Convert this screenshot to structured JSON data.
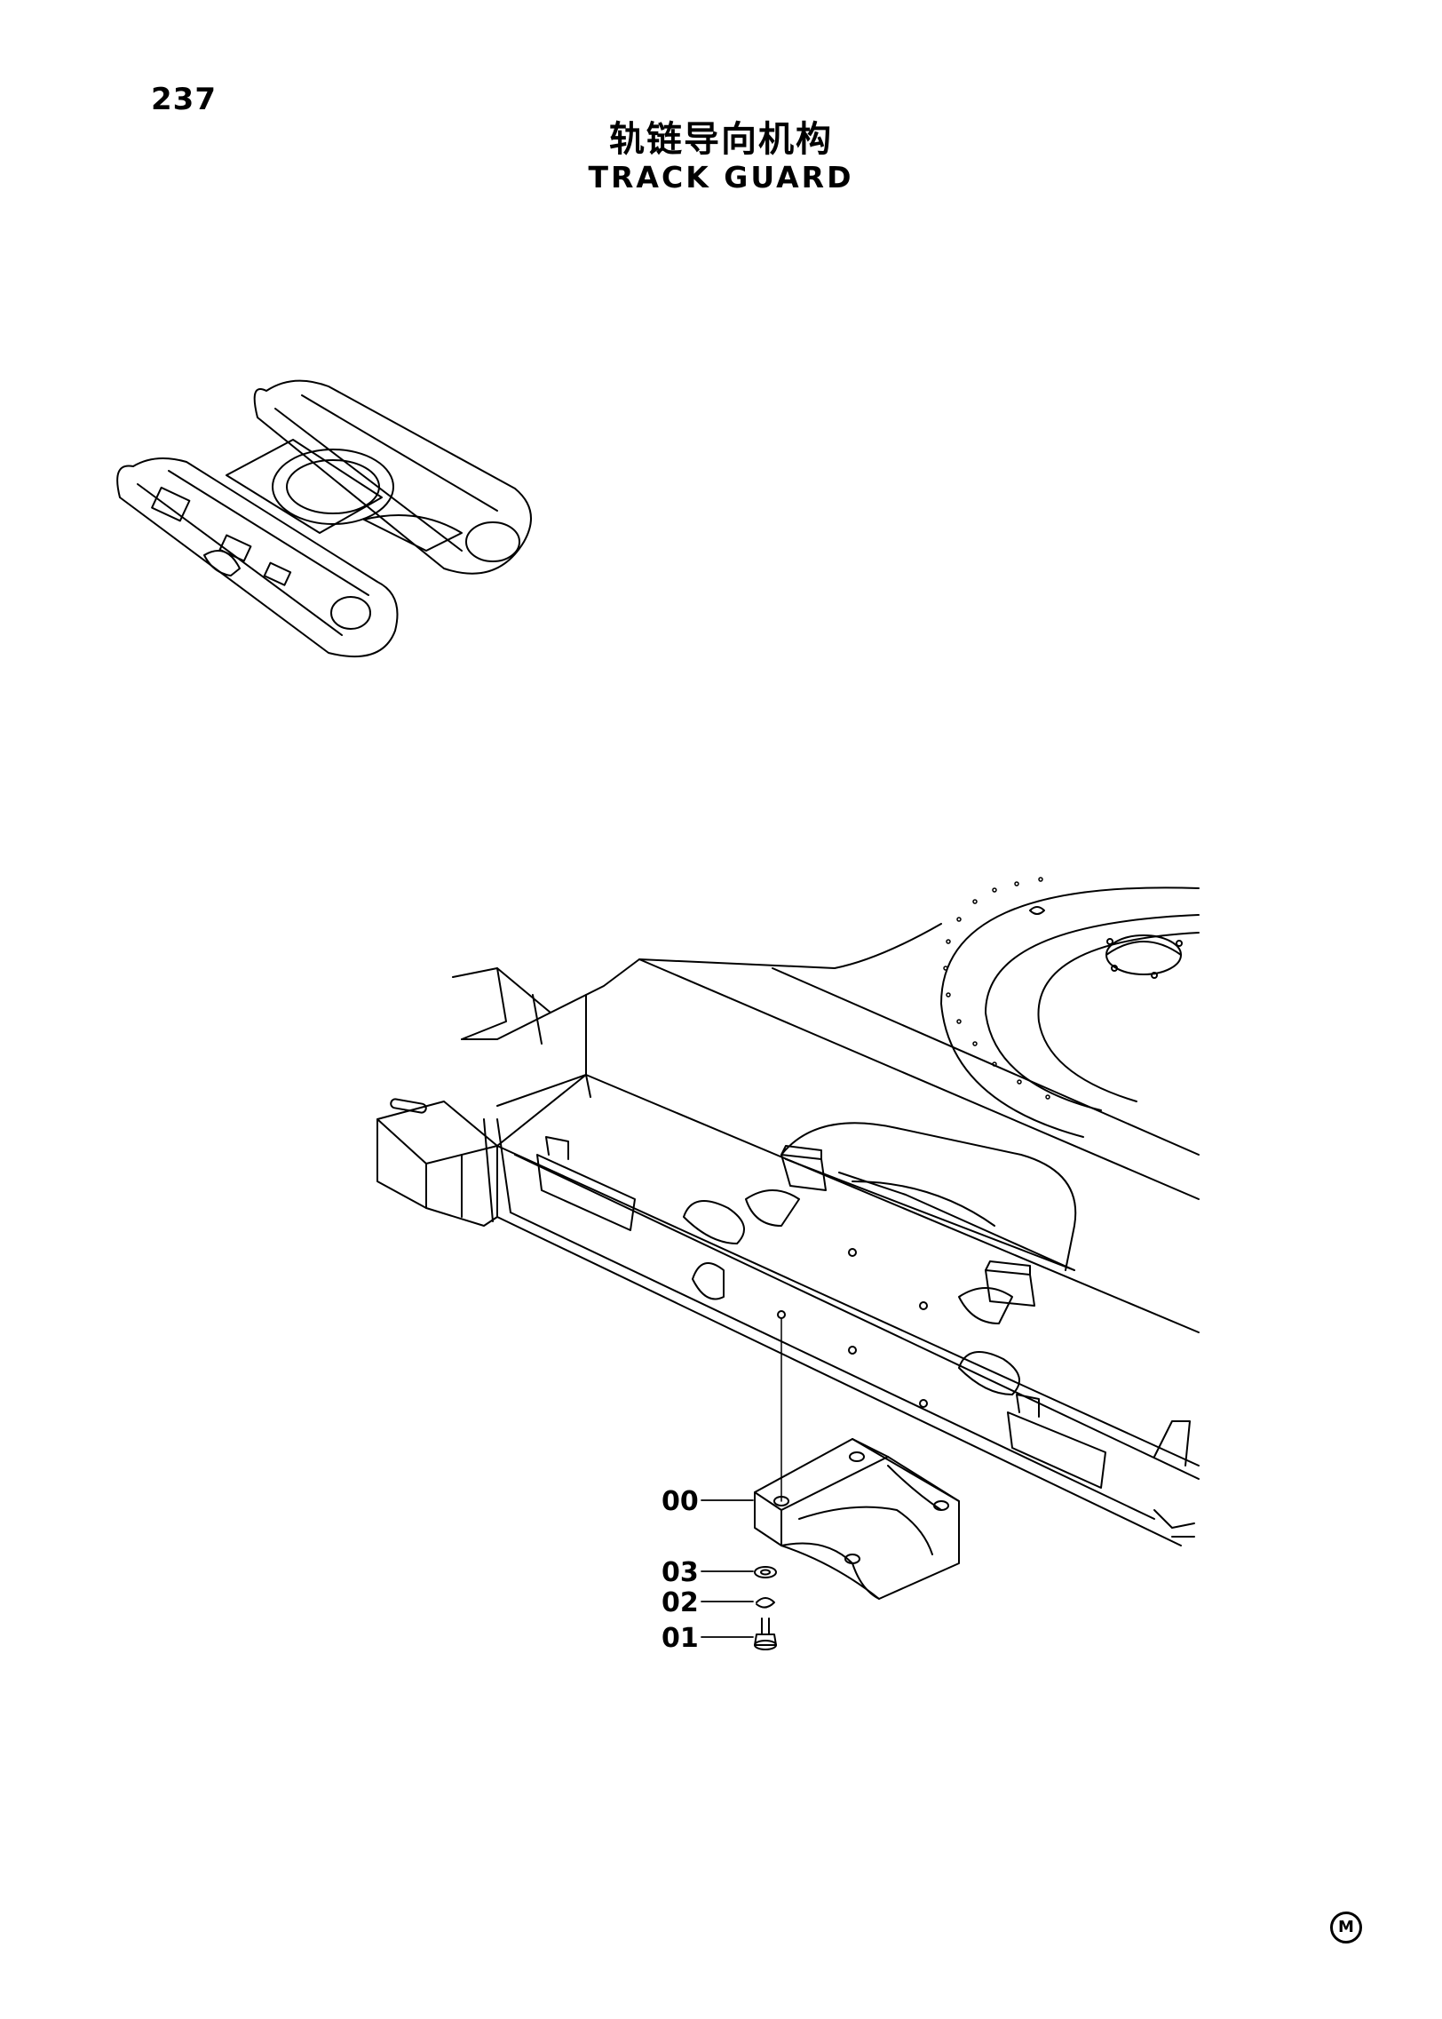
{
  "header": {
    "page_number": "237",
    "title_cn": "轨链导向机构",
    "title_en": "TRACK  GUARD"
  },
  "callouts": [
    {
      "id": "00",
      "label": "00"
    },
    {
      "id": "03",
      "label": "03"
    },
    {
      "id": "02",
      "label": "02"
    },
    {
      "id": "01",
      "label": "01"
    }
  ],
  "footer": {
    "trademark": "M"
  },
  "colors": {
    "line": "#000000",
    "background": "#ffffff"
  },
  "icons": {
    "trademark": "circled-m-icon"
  }
}
